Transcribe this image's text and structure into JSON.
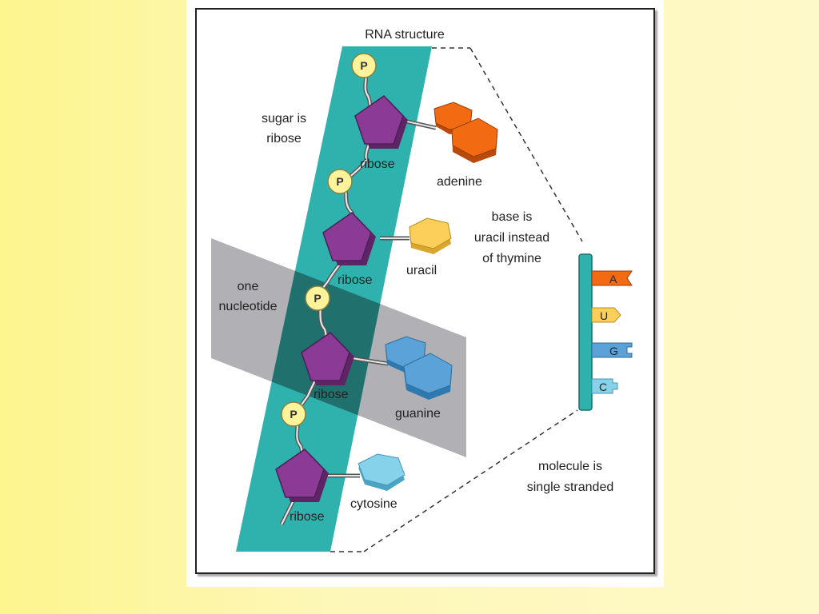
{
  "title": "RNA structure",
  "annotations": {
    "sugar": [
      "sugar is",
      "ribose"
    ],
    "base": [
      "base is",
      "uracil instead",
      "of thymine"
    ],
    "nucleotide": [
      "one",
      "nucleotide"
    ],
    "strand": [
      "molecule is",
      "single stranded"
    ]
  },
  "phosphate_label": "P",
  "sugar_label": "ribose",
  "bases": [
    {
      "name": "adenine",
      "color": "#f26b12"
    },
    {
      "name": "uracil",
      "color": "#fbcf5a"
    },
    {
      "name": "guanine",
      "color": "#5aa2d8"
    },
    {
      "name": "cytosine",
      "color": "#86d2ea"
    }
  ],
  "strand_key": [
    {
      "letter": "A",
      "color": "#f26b12"
    },
    {
      "letter": "U",
      "color": "#fbcf5a"
    },
    {
      "letter": "G",
      "color": "#5aa2d8"
    },
    {
      "letter": "C",
      "color": "#86d2ea"
    }
  ],
  "colors": {
    "backbone": "#2fb2ae",
    "sugar": "#8b3a96",
    "phosphate": "#fdf39a",
    "nucleotide_band": "#a8a8ad"
  }
}
